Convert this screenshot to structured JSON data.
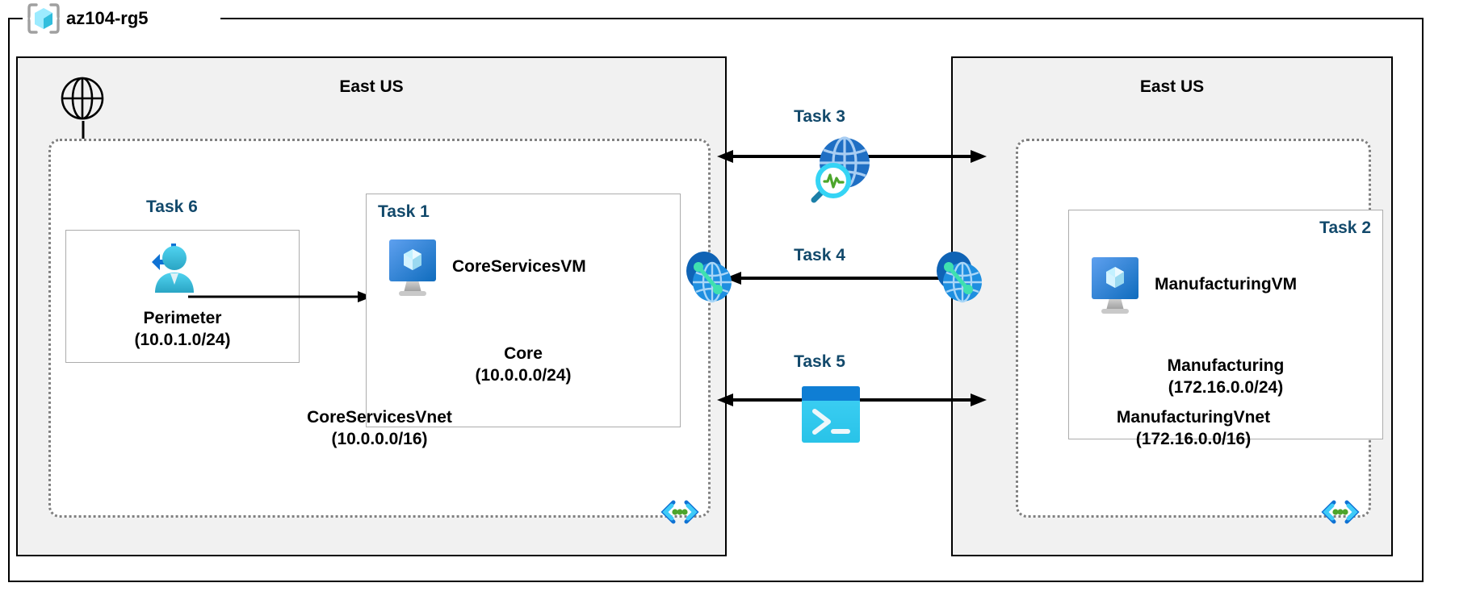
{
  "resource_group": {
    "name": "az104-rg5",
    "icon": "azure-resource-group-icon"
  },
  "regions": [
    {
      "id": "left",
      "label": "East US"
    },
    {
      "id": "right",
      "label": "East US"
    }
  ],
  "vnets": [
    {
      "id": "core-services-vnet",
      "name": "CoreServicesVnet",
      "cidr": "(10.0.0.0/16)",
      "corner_icon": "virtual-network-icon"
    },
    {
      "id": "manufacturing-vnet",
      "name": "ManufacturingVnet",
      "cidr": "(172.16.0.0/16)",
      "corner_icon": "virtual-network-icon"
    }
  ],
  "subnets": [
    {
      "id": "perimeter",
      "task": "Task 6",
      "name": "Perimeter",
      "cidr": "(10.0.1.0/24)",
      "icon": "user-login-icon"
    },
    {
      "id": "core",
      "task": "Task 1",
      "name": "Core",
      "cidr": "(10.0.0.0/24)",
      "vm_name": "CoreServicesVM",
      "vm_icon": "virtual-machine-icon"
    },
    {
      "id": "manufacturing",
      "task": "Task 2",
      "name": "Manufacturing",
      "cidr": "(172.16.0.0/24)",
      "vm_name": "ManufacturingVM",
      "vm_icon": "virtual-machine-icon"
    }
  ],
  "center_tasks": [
    {
      "id": "task3",
      "label": "Task 3",
      "icon": "network-watcher-icon"
    },
    {
      "id": "task4",
      "label": "Task 4",
      "icon": "vnet-peering-icon"
    },
    {
      "id": "task5",
      "label": "Task 5",
      "icon": "cloud-shell-terminal-icon"
    }
  ],
  "internet": {
    "icon": "globe-internet-icon"
  },
  "peering_icons": {
    "left": "vnet-peering-endpoint-icon",
    "right": "vnet-peering-endpoint-icon"
  },
  "colors": {
    "task_label": "#12496b",
    "region_fill": "#f1f1f1",
    "frame_stroke": "#000000",
    "vnet_dash": "#808080",
    "subnet_stroke": "#acacac",
    "azure_blue": "#0078d4",
    "azure_cyan": "#50e6ff",
    "accent_green": "#4ca52b"
  }
}
